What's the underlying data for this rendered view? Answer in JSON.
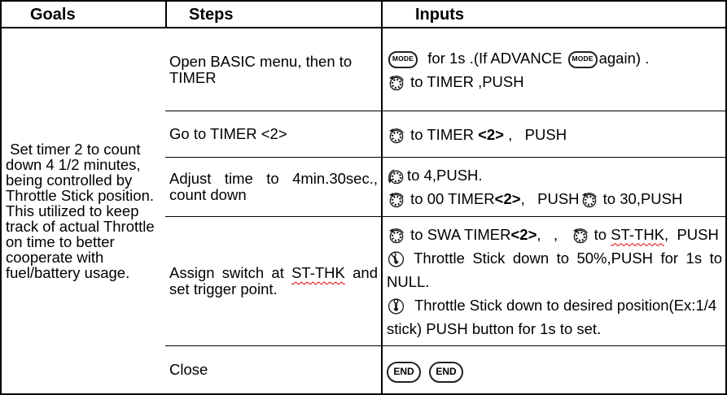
{
  "header": {
    "goals": "Goals",
    "steps": "Steps",
    "inputs": "Inputs"
  },
  "goals": {
    "lines": [
      " Set timer 2 to count",
      "down 4 1/2 minutes,",
      "being controlled by",
      "Throttle Stick position.",
      "This utilized to keep",
      "track of actual Throttle",
      "on time to better",
      "cooperate with",
      "fuel/battery usage."
    ]
  },
  "icons": {
    "mode_button": "MODE",
    "end_button": "END",
    "rotary_dial": "rotary-knob-with-rotation-arrow",
    "throttle_stick_tilted": "throttle-stick-tilted",
    "throttle_stick_up": "throttle-stick-vertical"
  },
  "rows": [
    {
      "steps": {
        "l1": "Open BASIC menu, then to",
        "l2": "TIMER"
      },
      "inputs": {
        "l1a": "  for 1s .(If ADVANCE ",
        "l1b": "again) .",
        "l2": " to TIMER ,PUSH"
      }
    },
    {
      "steps": {
        "l1": "Go to TIMER <2>"
      },
      "inputs": {
        "a": " to TIMER ",
        "b": "<2>",
        "c": " ,   PUSH"
      }
    },
    {
      "steps": {
        "l1": "Adjust time to 4min.30sec.,",
        "l2": "count down"
      },
      "inputs": {
        "l1a": "to 4,PUSH.",
        "l2a": " to 00 TIMER",
        "l2b": "<2>",
        "l2c": ",   PUSH",
        "l2d": " to 30,PUSH"
      }
    },
    {
      "steps": {
        "l1a": "Assign switch at ",
        "l1b": "ST-THK",
        "l1c": " and",
        "l2": "set trigger point."
      },
      "inputs": {
        "l1a": " to SWA TIMER",
        "l1b": "<2>",
        "l1c": ",   ,   ",
        "l1d": " to ",
        "l1e": "ST-THK",
        "l1f": ",  PUSH",
        "l2a": " Throttle Stick down to 50%,PUSH for 1s to",
        "l2b": "NULL.",
        "l3a": "  Throttle Stick down to desired position(Ex:1/4",
        "l3b": "stick) PUSH button for 1s to set."
      }
    },
    {
      "steps": {
        "l1": "Close"
      },
      "inputs": {
        "end1": "END",
        "end2": "END"
      }
    }
  ]
}
